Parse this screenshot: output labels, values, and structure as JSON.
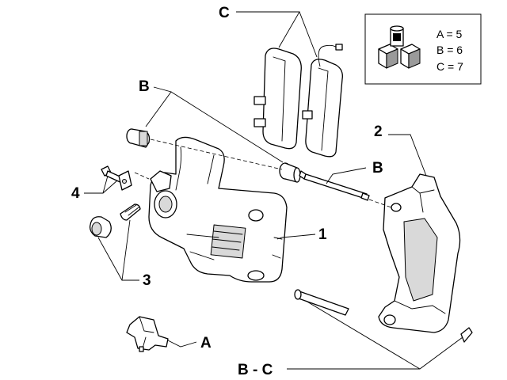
{
  "callouts": {
    "c_top": "C",
    "b_left": "B",
    "b_right": "B",
    "num_1": "1",
    "num_2": "2",
    "num_3": "3",
    "num_4": "4",
    "a": "A",
    "b_c": "B - C"
  },
  "key": {
    "lines": [
      "A = 5",
      "B = 6",
      "C = 7"
    ]
  }
}
